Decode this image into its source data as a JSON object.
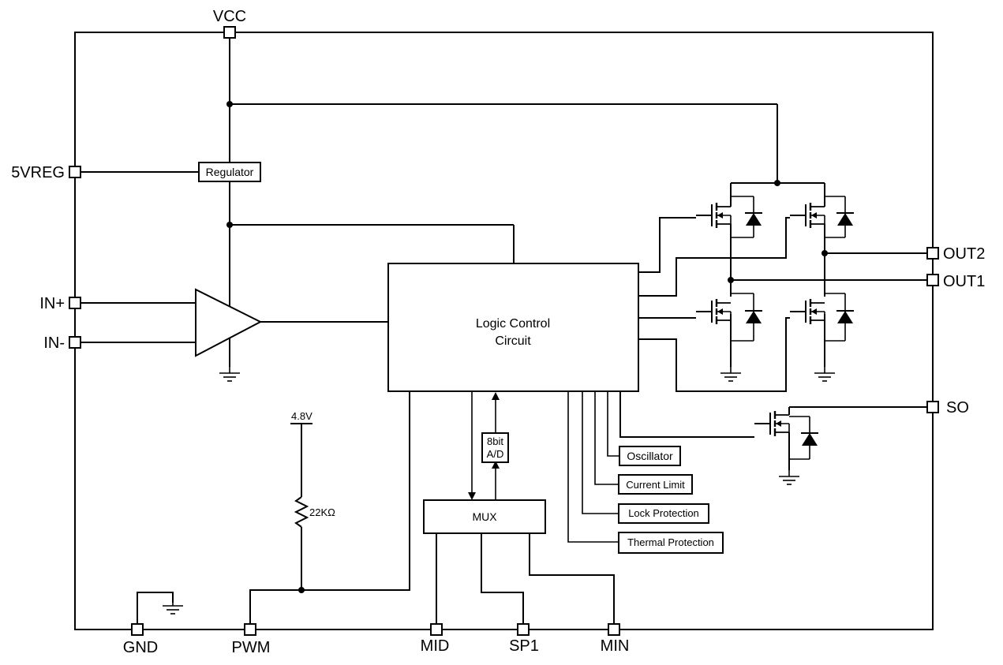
{
  "pins": {
    "vcc": "VCC",
    "vreg": "5VREG",
    "in_plus": "IN+",
    "in_minus": "IN-",
    "gnd": "GND",
    "pwm": "PWM",
    "mid": "MID",
    "sp1": "SP1",
    "min": "MIN",
    "out2": "OUT2",
    "out1": "OUT1",
    "so": "SO"
  },
  "blocks": {
    "regulator": "Regulator",
    "logic_line1": "Logic Control",
    "logic_line2": "Circuit",
    "mux": "MUX",
    "adc_line1": "8bit",
    "adc_line2": "A/D",
    "oscillator": "Oscillator",
    "current_limit": "Current Limit",
    "lock_protection": "Lock Protection",
    "thermal_protection": "Thermal Protection"
  },
  "values": {
    "pullup_voltage": "4.8V",
    "resistor": "22KΩ"
  },
  "icons": [
    "ground-icon",
    "mosfet-icon",
    "diode-icon",
    "resistor-icon",
    "comparator-icon"
  ]
}
